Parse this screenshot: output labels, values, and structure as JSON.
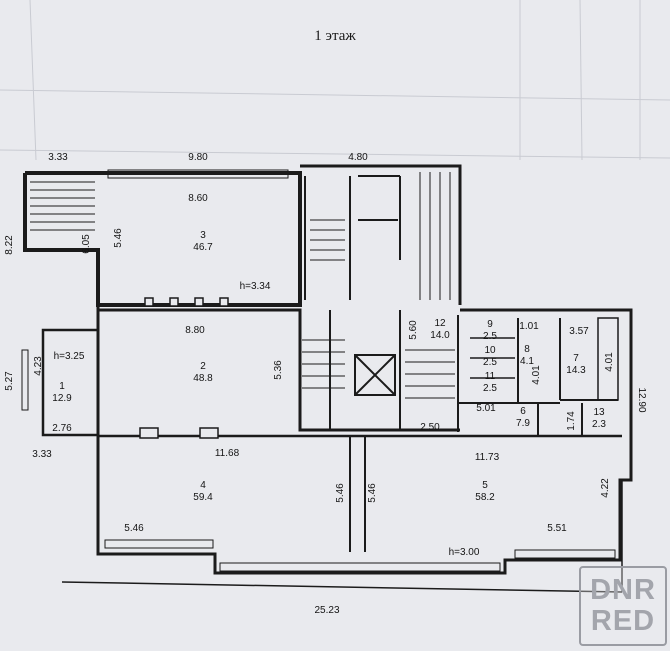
{
  "title": "1 этаж",
  "rooms": [
    {
      "num": "1",
      "area": "12.9"
    },
    {
      "num": "2",
      "area": "48.8"
    },
    {
      "num": "3",
      "area": "46.7"
    },
    {
      "num": "4",
      "area": "59.4"
    },
    {
      "num": "5",
      "area": "58.2"
    },
    {
      "num": "6",
      "area": "7.9"
    },
    {
      "num": "7",
      "area": "14.3"
    },
    {
      "num": "8",
      "area": "4.1"
    },
    {
      "num": "9",
      "area": "2.5"
    },
    {
      "num": "10",
      "area": "2.5"
    },
    {
      "num": "11",
      "area": "2.5"
    },
    {
      "num": "12",
      "area": "14.0"
    },
    {
      "num": "13",
      "area": "2.3"
    }
  ],
  "dimensions": [
    "3.33",
    "9.80",
    "4.80",
    "8.60",
    "8.22",
    "5.46",
    "6.05",
    "h=3.34",
    "8.80",
    "5.36",
    "5.60",
    "1.01",
    "3.57",
    "4.01",
    "4.01",
    "5.27",
    "4.23",
    "h=3.25",
    "2.76",
    "3.33",
    "11.68",
    "2.50",
    "5.01",
    "1.74",
    "12.90",
    "11.73",
    "5.46",
    "5.46",
    "4.22",
    "5.46",
    "5.51",
    "h=3.00",
    "25.23"
  ],
  "watermark": {
    "line1": "DNR",
    "line2": "RED"
  }
}
